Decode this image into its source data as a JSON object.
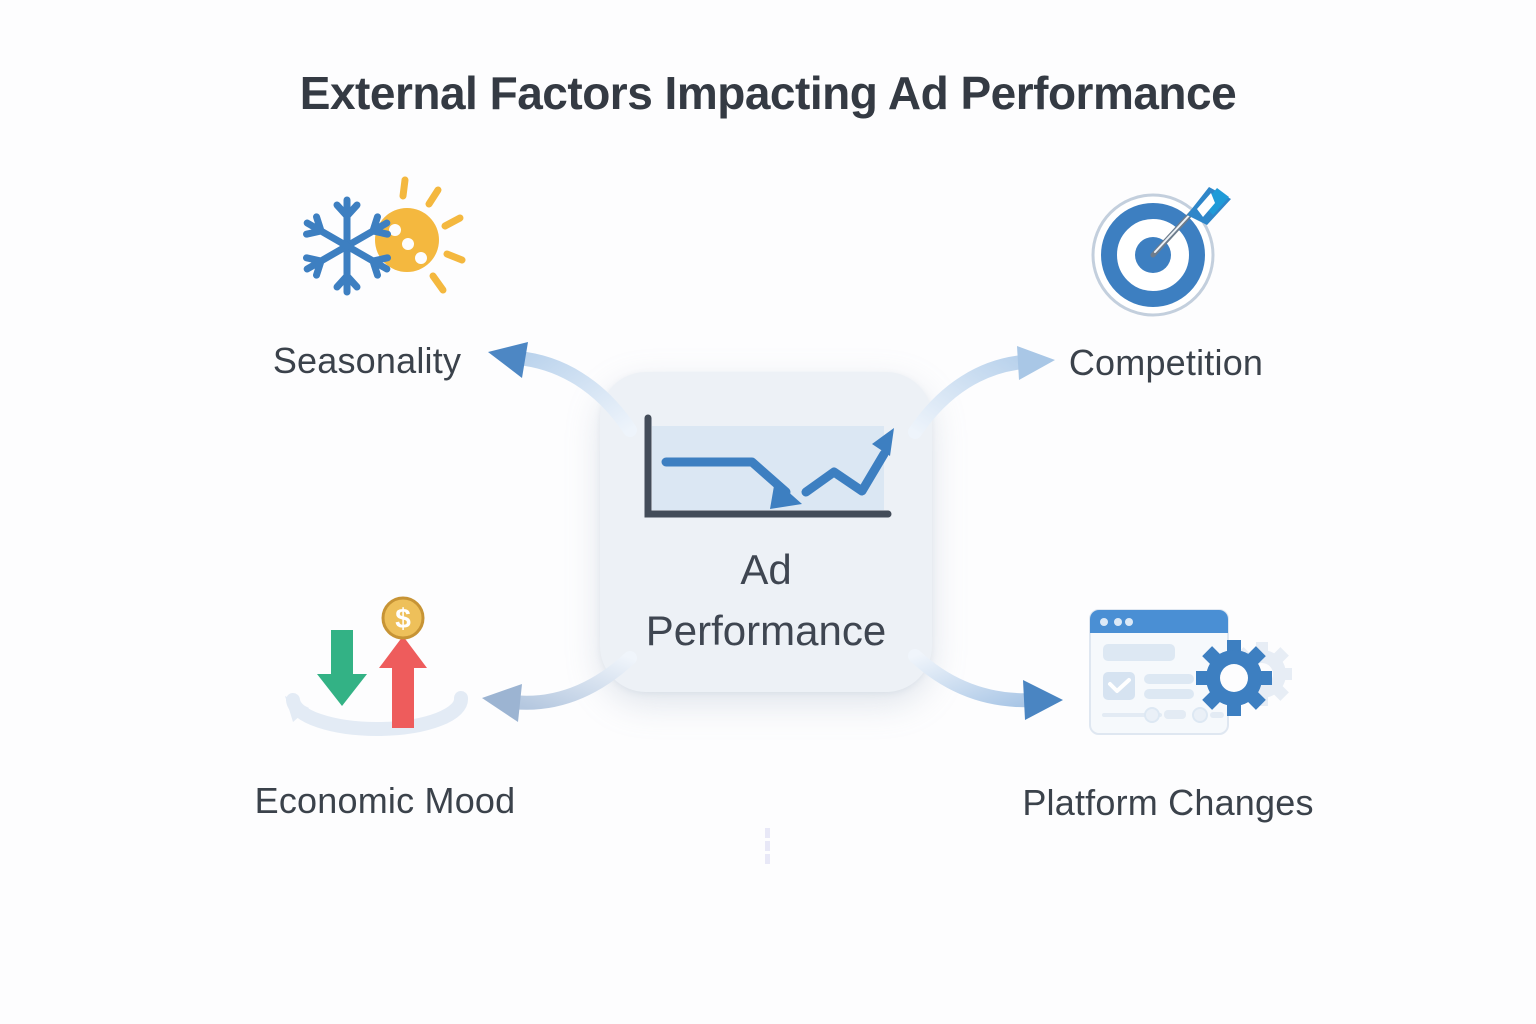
{
  "title": "External Factors Impacting Ad Performance",
  "center": {
    "label": "Ad Performance",
    "icon": "line-chart-icon"
  },
  "factors": [
    {
      "id": "seasonality",
      "label": "Seasonality",
      "icon": "snowflake-sun-icon",
      "position": "top-left"
    },
    {
      "id": "competition",
      "label": "Competition",
      "icon": "target-dart-icon",
      "position": "top-right"
    },
    {
      "id": "economic-mood",
      "label": "Economic Mood",
      "icon": "up-down-arrows-coin-icon",
      "position": "bottom-left",
      "currency_symbol": "$"
    },
    {
      "id": "platform-changes",
      "label": "Platform Changes",
      "icon": "browser-gear-icon",
      "position": "bottom-right"
    }
  ],
  "colors": {
    "accent_blue": "#3d7fc1",
    "chart_area_blue": "#dbe7f3",
    "axis_dark": "#434c59",
    "arrow_light_blue": "#cdddef",
    "arrowhead_blue": "#4d87c4",
    "sun_yellow": "#f4b83f",
    "green": "#33b285",
    "red": "#ee5c5c",
    "coin_gold": "#eec05a",
    "text_dark": "#343a43",
    "card_background": "#edf1f6",
    "page_background": "#fdfdfe"
  }
}
